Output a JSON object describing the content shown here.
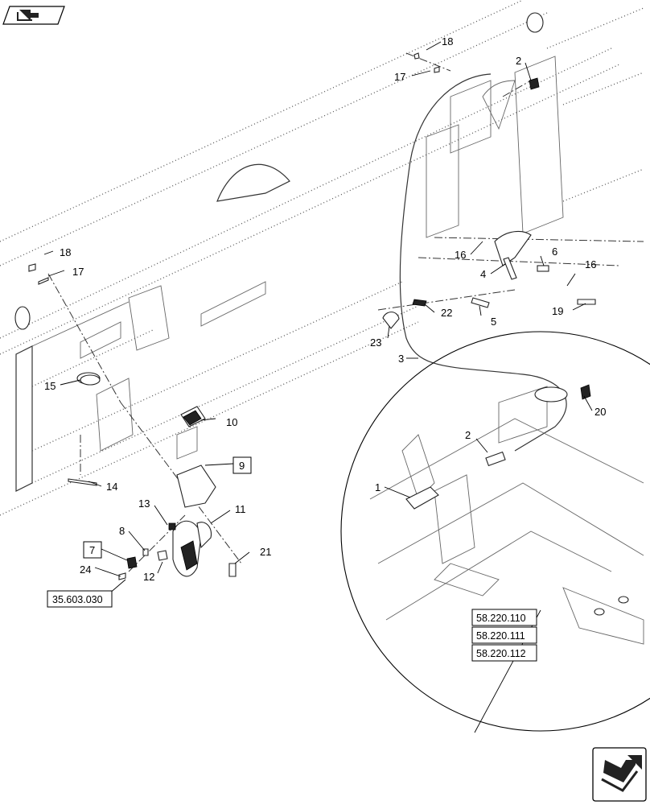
{
  "callouts": [
    {
      "id": "c18a",
      "text": "18"
    },
    {
      "id": "c17a",
      "text": "17"
    },
    {
      "id": "c2a",
      "text": "2"
    },
    {
      "id": "c18b",
      "text": "18"
    },
    {
      "id": "c17b",
      "text": "17"
    },
    {
      "id": "c16a",
      "text": "16"
    },
    {
      "id": "c4",
      "text": "4"
    },
    {
      "id": "c6",
      "text": "6"
    },
    {
      "id": "c16b",
      "text": "16"
    },
    {
      "id": "c22",
      "text": "22"
    },
    {
      "id": "c5",
      "text": "5"
    },
    {
      "id": "c19",
      "text": "19"
    },
    {
      "id": "c23",
      "text": "23"
    },
    {
      "id": "c3",
      "text": "3"
    },
    {
      "id": "c15",
      "text": "15"
    },
    {
      "id": "c10",
      "text": "10"
    },
    {
      "id": "c20",
      "text": "20"
    },
    {
      "id": "c2b",
      "text": "2"
    },
    {
      "id": "c1",
      "text": "1"
    },
    {
      "id": "c14",
      "text": "14"
    },
    {
      "id": "c13",
      "text": "13"
    },
    {
      "id": "c11",
      "text": "11"
    },
    {
      "id": "c8",
      "text": "8"
    },
    {
      "id": "c21",
      "text": "21"
    },
    {
      "id": "c12",
      "text": "12"
    },
    {
      "id": "c24",
      "text": "24"
    }
  ],
  "boxed_callouts": [
    {
      "id": "b9",
      "text": "9"
    },
    {
      "id": "b7",
      "text": "7"
    }
  ],
  "references": [
    {
      "id": "r35603030",
      "text": "35.603.030"
    },
    {
      "id": "r58220110",
      "text": "58.220.110"
    },
    {
      "id": "r58220111",
      "text": "58.220.111"
    },
    {
      "id": "r58220112",
      "text": "58.220.112"
    }
  ],
  "icons": {
    "top_left": "previous-page-arrow-icon",
    "bottom_right": "next-page-arrow-icon"
  }
}
